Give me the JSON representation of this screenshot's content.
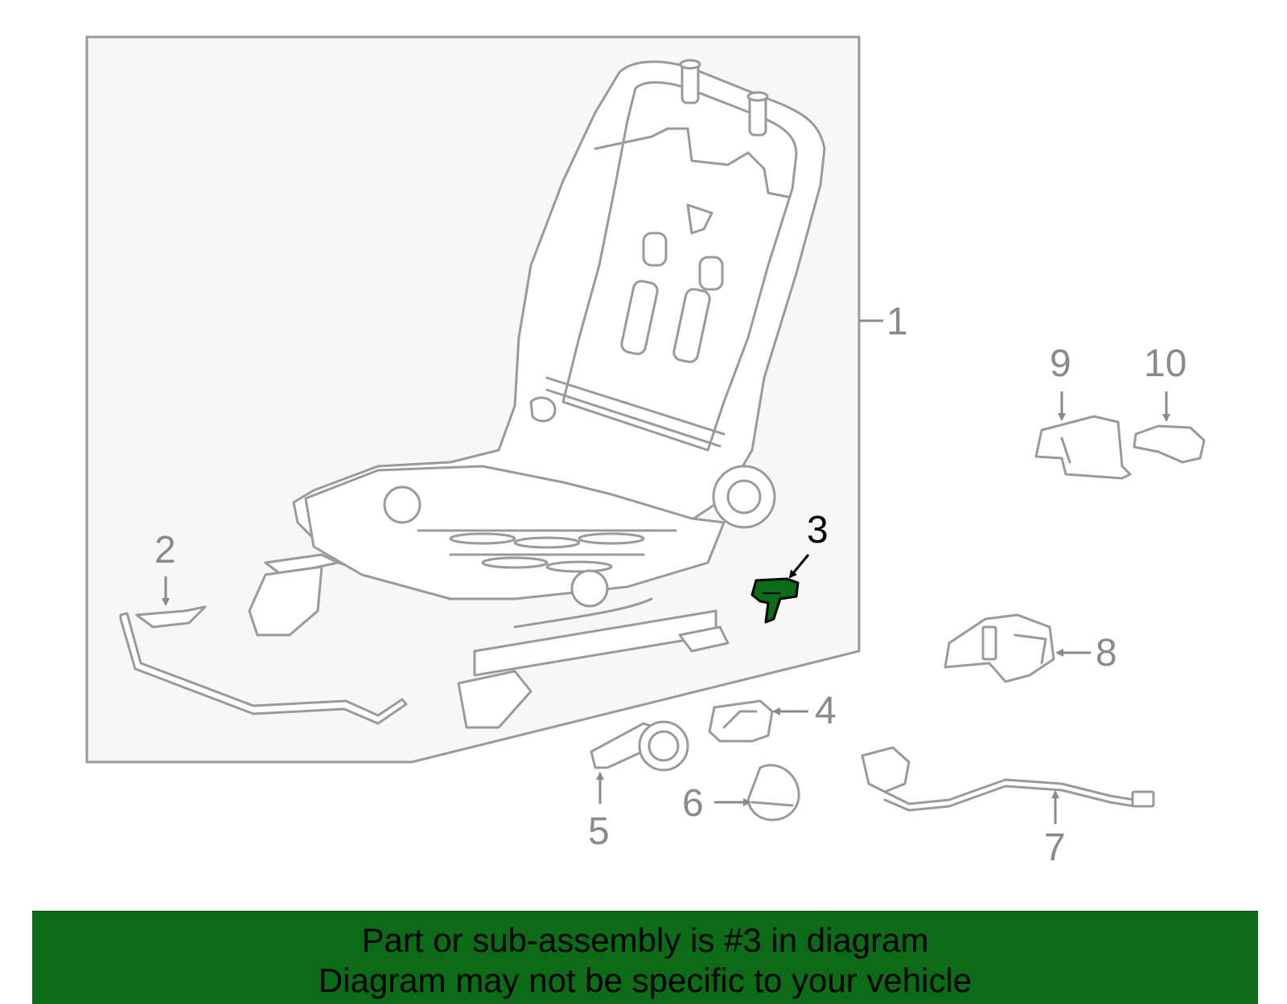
{
  "callouts": {
    "c1": "1",
    "c2": "2",
    "c3": "3",
    "c4": "4",
    "c5": "5",
    "c6": "6",
    "c7": "7",
    "c8": "8",
    "c9": "9",
    "c10": "10"
  },
  "highlight": {
    "part_number": "3",
    "color": "#0b6b16"
  },
  "banner": {
    "line1": "Part or sub-assembly is #3 in diagram",
    "line2": "Diagram may not be specific to your vehicle"
  }
}
